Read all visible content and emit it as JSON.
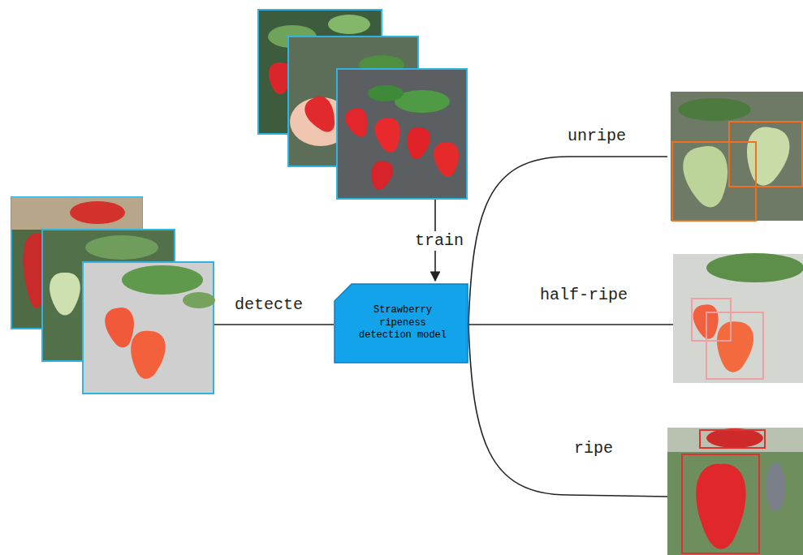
{
  "diagram": {
    "nodes": [
      {
        "text": [
          "Strawberry ripeness detection model"
        ]
      }
    ],
    "labels": [
      "train",
      "detecte",
      "unripe",
      "half-ripe",
      "ripe"
    ]
  }
}
